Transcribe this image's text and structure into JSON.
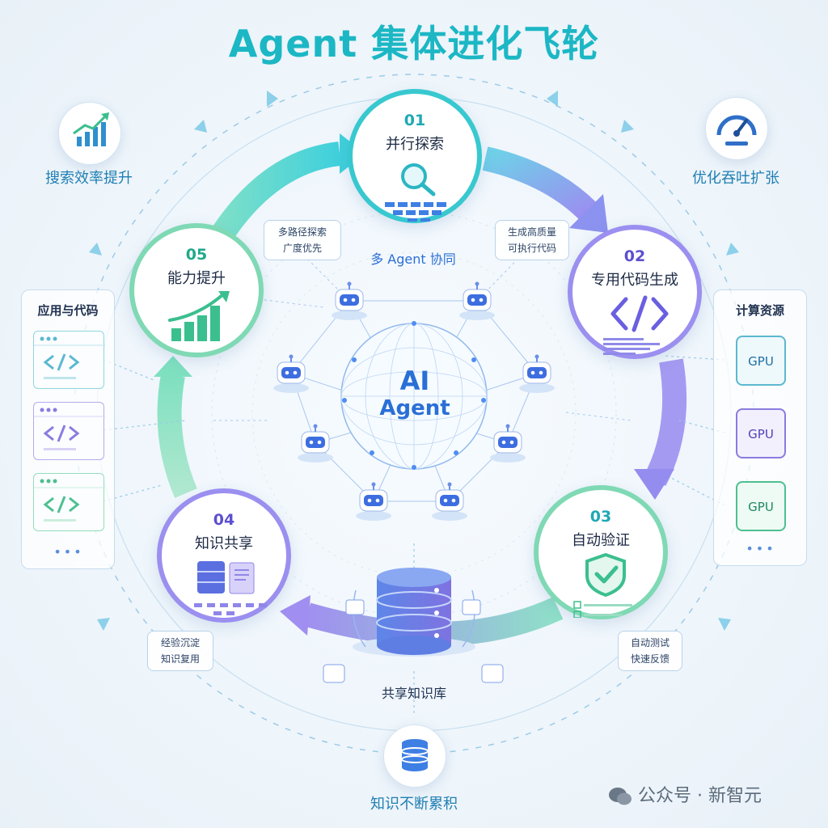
{
  "title": "Agent 集体进化飞轮",
  "steps": [
    {
      "num": "01",
      "label": "并行探索"
    },
    {
      "num": "02",
      "label": "专用代码生成"
    },
    {
      "num": "03",
      "label": "自动验证"
    },
    {
      "num": "04",
      "label": "知识共享"
    },
    {
      "num": "05",
      "label": "能力提升"
    }
  ],
  "notes": [
    {
      "line1": "多路径探索",
      "line2": "广度优先"
    },
    {
      "line1": "生成高质量",
      "line2": "可执行代码"
    },
    {
      "line1": "自动测试",
      "line2": "快速反馈"
    },
    {
      "line1": "经验沉淀",
      "line2": "知识复用"
    }
  ],
  "center": {
    "line1": "AI",
    "line2": "Agent",
    "multi_agent_label": "多 Agent 协同"
  },
  "knowledge_base": {
    "label": "共享知识库"
  },
  "left_panel": {
    "title": "应用与代码",
    "more": "•••"
  },
  "right_panel": {
    "title": "计算资源",
    "gpu_label": "GPU",
    "more": "•••"
  },
  "corners": {
    "top_left": "搜索效率提升",
    "top_right": "优化吞吐扩张",
    "bottom": "知识不断累积"
  },
  "watermark": "公众号 · 新智元",
  "colors": {
    "teal": "#38c8cf",
    "purple": "#9b8ff0",
    "mint": "#7fd9b4",
    "blue": "#2a6fd6",
    "title": "#1cb7c4"
  }
}
